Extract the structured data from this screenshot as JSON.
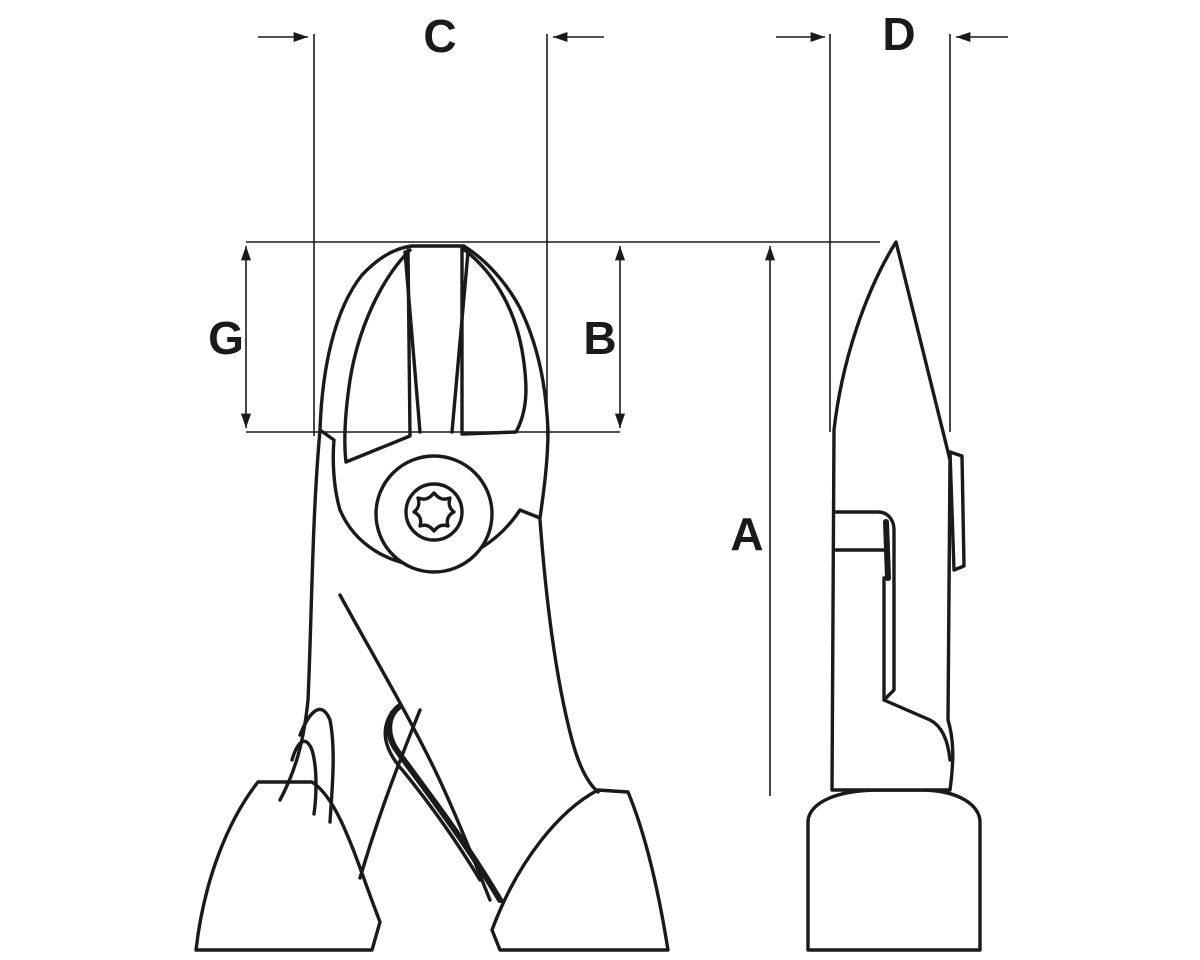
{
  "dimensions": {
    "A": "A",
    "B": "B",
    "C": "C",
    "D": "D",
    "G": "G"
  },
  "colors": {
    "line": "#1a1a1a",
    "background": "#ffffff"
  }
}
